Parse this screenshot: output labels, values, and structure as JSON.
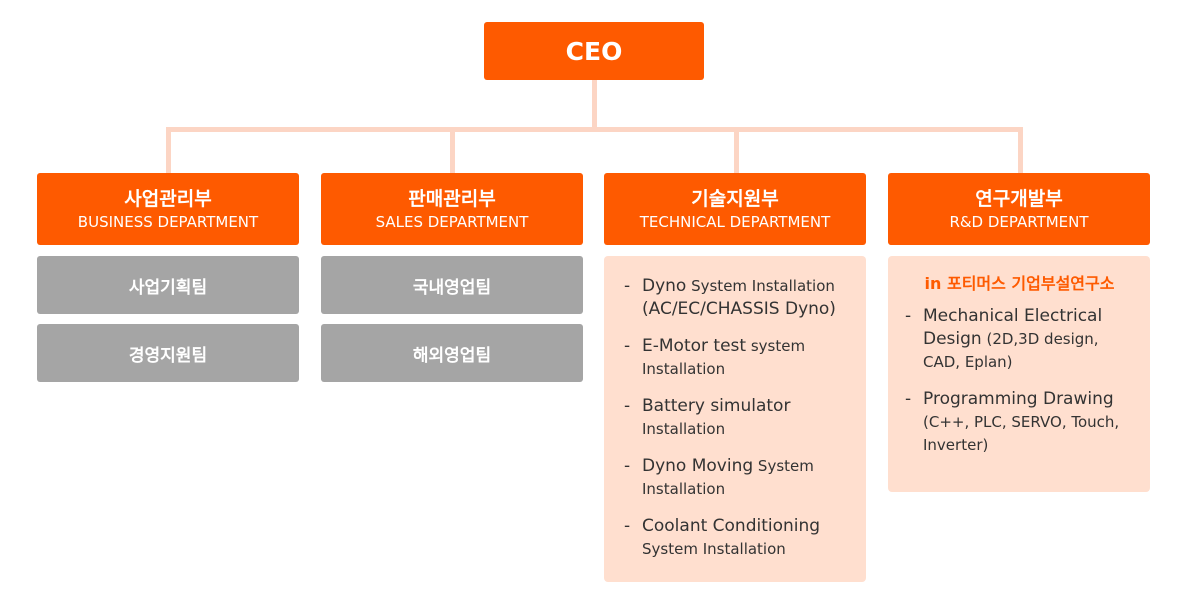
{
  "ceo": {
    "label": "CEO"
  },
  "departments": [
    {
      "ko": "사업관리부",
      "en": "BUSINESS DEPARTMENT"
    },
    {
      "ko": "판매관리부",
      "en": "SALES DEPARTMENT"
    },
    {
      "ko": "기술지원부",
      "en": "TECHNICAL DEPARTMENT"
    },
    {
      "ko": "연구개발부",
      "en": "R&D DEPARTMENT"
    }
  ],
  "business_teams": [
    "사업기획팀",
    "경영지원팀"
  ],
  "sales_teams": [
    "국내영업팀",
    "해외영업팀"
  ],
  "technical_items": [
    {
      "dash": "-",
      "main": "Dyno",
      "sub": " System Installation",
      "line2": "(AC/EC/CHASSIS Dyno)"
    },
    {
      "dash": "-",
      "main": "E-Motor test",
      "sub": " system",
      "line2": "Installation"
    },
    {
      "dash": "-",
      "main": "Battery simulator",
      "sub": "",
      "line2": "Installation"
    },
    {
      "dash": "-",
      "main": "Dyno Moving",
      "sub": " System",
      "line2": "Installation"
    },
    {
      "dash": "-",
      "main": "Coolant Conditioning",
      "sub": "",
      "line2": "System Installation"
    }
  ],
  "rd": {
    "subtitle": "in 포티머스 기업부설연구소",
    "items": [
      {
        "dash": "-",
        "main": "Mechanical Electrical",
        "line2_main": "Design",
        "line2_sub": " (2D,3D design,",
        "line3": "CAD, Eplan)"
      },
      {
        "dash": "-",
        "main": "Programming Drawing",
        "line2_main": "",
        "line2_sub": "(C++, PLC, SERVO, Touch,",
        "line3": "Inverter)"
      }
    ]
  },
  "colors": {
    "accent": "#fe5a00",
    "connector": "#fcd5c4",
    "team_box": "#a5a5a5",
    "panel_bg": "#ffdfcf"
  }
}
